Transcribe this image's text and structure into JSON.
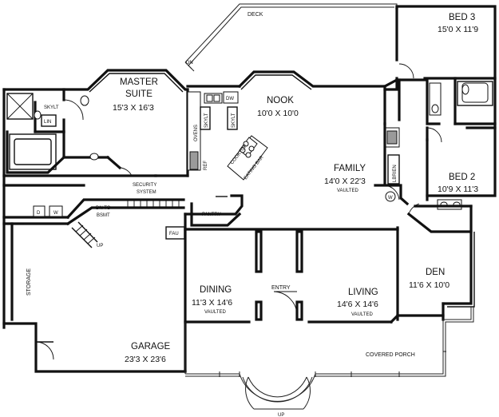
{
  "labels": {
    "deck": "DECK",
    "dn_deck": "DN",
    "master_title_1": "MASTER",
    "master_title_2": "SUITE",
    "master_dim": "15'3 X 16'3",
    "nook_title": "NOOK",
    "nook_dim": "10'0 X 10'0",
    "bed3_title": "BED 3",
    "bed3_dim": "15'0 X 11'9",
    "bed2_title": "BED 2",
    "bed2_dim": "10'9 X 11'3",
    "family_title": "FAMILY",
    "family_dim": "14'0 X 22'3",
    "family_note": "VAULTED",
    "den_title": "DEN",
    "den_dim": "11'6 X 10'0",
    "dining_title": "DINING",
    "dining_dim": "11'3 X 14'6",
    "dining_note": "VAULTED",
    "entry": "ENTRY",
    "living_title": "LIVING",
    "living_dim": "14'6 X 14'6",
    "living_note": "VAULTED",
    "garage_title": "GARAGE",
    "garage_dim": "23'3 X 23'6",
    "covered_porch": "COVERED PORCH",
    "storage": "STORAGE",
    "security_1": "SECURITY",
    "security_2": "SYSTEM",
    "pantry": "PANTRY",
    "fau": "FAU",
    "dn_to_bsmt_1": "DN TO",
    "dn_to_bsmt_2": "BSMT",
    "up_stair": "UP",
    "up_porch": "UP",
    "skylt_master": "SKYLT",
    "lin": "LIN",
    "dw": "DW",
    "skylt_kitchen_1": "SKYLT",
    "skylt_kitchen_2": "SKYLT",
    "ovens": "OVENS",
    "ref": "REF",
    "cooktop": "COOKTOP",
    "eating_bar": "EATING BAR",
    "lbrien": "LBRIEN",
    "washer_w": "W",
    "laundry_d": "D",
    "laundry_w": "W"
  }
}
